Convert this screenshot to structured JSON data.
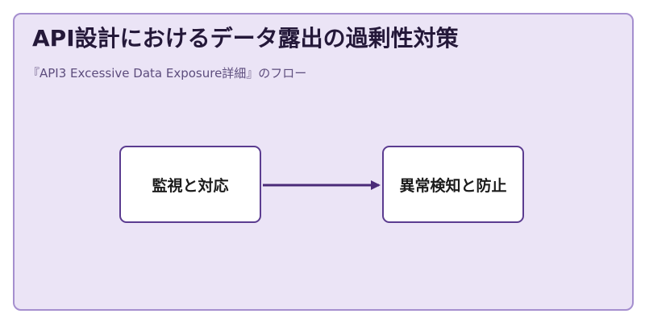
{
  "diagram": {
    "title": "API設計におけるデータ露出の過剰性対策",
    "subtitle": "『API3 Excessive Data Exposure詳細』のフロー",
    "nodes": [
      {
        "id": "monitor",
        "label": "監視と対応"
      },
      {
        "id": "detect",
        "label": "異常検知と防止"
      }
    ],
    "edges": [
      {
        "from": "monitor",
        "to": "detect"
      }
    ]
  },
  "colors": {
    "background": "#ebe4f6",
    "border": "#a58fcf",
    "node_border": "#5b3c90",
    "arrow": "#4a2a78"
  }
}
